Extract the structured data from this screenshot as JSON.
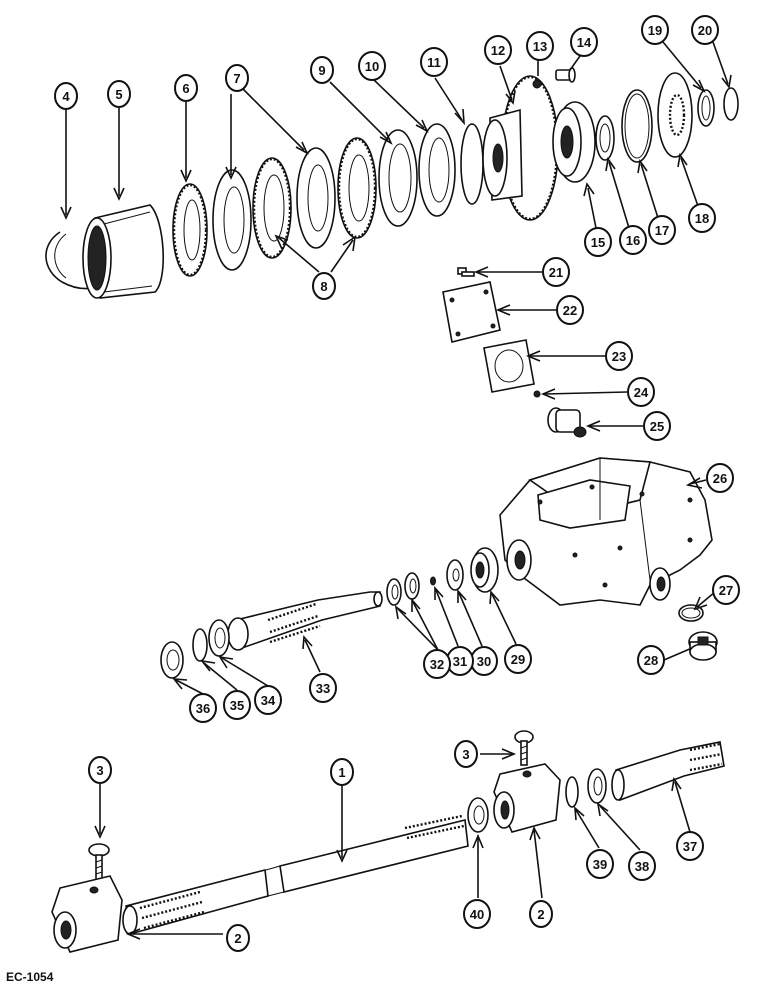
{
  "reference_code": "EC-1054",
  "colors": {
    "ink": "#111111",
    "paper": "#ffffff",
    "shade": "#9a9a9a"
  },
  "callouts": [
    {
      "id": "c4",
      "label": "4"
    },
    {
      "id": "c5",
      "label": "5"
    },
    {
      "id": "c6",
      "label": "6"
    },
    {
      "id": "c7",
      "label": "7"
    },
    {
      "id": "c8",
      "label": "8"
    },
    {
      "id": "c9",
      "label": "9"
    },
    {
      "id": "c10",
      "label": "10"
    },
    {
      "id": "c11",
      "label": "11"
    },
    {
      "id": "c12",
      "label": "12"
    },
    {
      "id": "c13",
      "label": "13"
    },
    {
      "id": "c14",
      "label": "14"
    },
    {
      "id": "c15",
      "label": "15"
    },
    {
      "id": "c16",
      "label": "16"
    },
    {
      "id": "c17",
      "label": "17"
    },
    {
      "id": "c18",
      "label": "18"
    },
    {
      "id": "c19",
      "label": "19"
    },
    {
      "id": "c20",
      "label": "20"
    },
    {
      "id": "c21",
      "label": "21"
    },
    {
      "id": "c22",
      "label": "22"
    },
    {
      "id": "c23",
      "label": "23"
    },
    {
      "id": "c24",
      "label": "24"
    },
    {
      "id": "c25",
      "label": "25"
    },
    {
      "id": "c26",
      "label": "26"
    },
    {
      "id": "c27",
      "label": "27"
    },
    {
      "id": "c28",
      "label": "28"
    },
    {
      "id": "c29",
      "label": "29"
    },
    {
      "id": "c30",
      "label": "30"
    },
    {
      "id": "c31",
      "label": "31"
    },
    {
      "id": "c32",
      "label": "32"
    },
    {
      "id": "c33",
      "label": "33"
    },
    {
      "id": "c34",
      "label": "34"
    },
    {
      "id": "c35",
      "label": "35"
    },
    {
      "id": "c36",
      "label": "36"
    },
    {
      "id": "c3a",
      "label": "3"
    },
    {
      "id": "c1",
      "label": "1"
    },
    {
      "id": "c3b",
      "label": "3"
    },
    {
      "id": "c2a",
      "label": "2"
    },
    {
      "id": "c40",
      "label": "40"
    },
    {
      "id": "c2b",
      "label": "2"
    },
    {
      "id": "c39",
      "label": "39"
    },
    {
      "id": "c38",
      "label": "38"
    },
    {
      "id": "c37",
      "label": "37"
    }
  ]
}
